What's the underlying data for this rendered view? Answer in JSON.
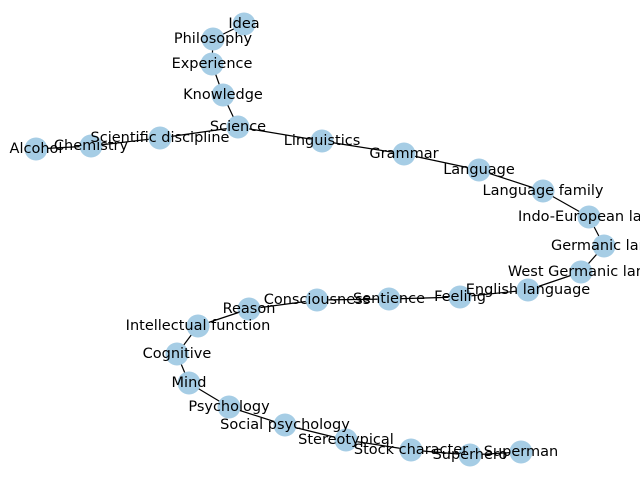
{
  "graph": {
    "node_color": "#a6cde5",
    "edge_color": "#000000",
    "nodes": [
      {
        "id": "idea",
        "label": "Idea"
      },
      {
        "id": "philosophy",
        "label": "Philosophy"
      },
      {
        "id": "experience",
        "label": "Experience"
      },
      {
        "id": "knowledge",
        "label": "Knowledge"
      },
      {
        "id": "science",
        "label": "Science"
      },
      {
        "id": "scientific-discipline",
        "label": "Scientific discipline"
      },
      {
        "id": "chemistry",
        "label": "Chemistry"
      },
      {
        "id": "alcohol",
        "label": "Alcohol"
      },
      {
        "id": "linguistics",
        "label": "Linguistics"
      },
      {
        "id": "grammar",
        "label": "Grammar"
      },
      {
        "id": "language",
        "label": "Language"
      },
      {
        "id": "language-family",
        "label": "Language family"
      },
      {
        "id": "indo-european",
        "label": "Indo-European lang"
      },
      {
        "id": "germanic",
        "label": "Germanic lang"
      },
      {
        "id": "west-germanic",
        "label": "West Germanic lang"
      },
      {
        "id": "english-language",
        "label": "English language"
      },
      {
        "id": "feeling",
        "label": "Feeling"
      },
      {
        "id": "sentience",
        "label": "Sentience"
      },
      {
        "id": "consciousness",
        "label": "Consciousness"
      },
      {
        "id": "reason",
        "label": "Reason"
      },
      {
        "id": "intellectual-function",
        "label": "Intellectual function"
      },
      {
        "id": "cognitive",
        "label": "Cognitive"
      },
      {
        "id": "mind",
        "label": "Mind"
      },
      {
        "id": "psychology",
        "label": "Psychology"
      },
      {
        "id": "social-psychology",
        "label": "Social psychology"
      },
      {
        "id": "stereotypical",
        "label": "Stereotypical"
      },
      {
        "id": "stock-character",
        "label": "Stock character"
      },
      {
        "id": "superhero",
        "label": "Superhero"
      },
      {
        "id": "superman",
        "label": "Superman"
      }
    ],
    "edges": [
      [
        "idea",
        "philosophy"
      ],
      [
        "philosophy",
        "experience"
      ],
      [
        "experience",
        "knowledge"
      ],
      [
        "knowledge",
        "science"
      ],
      [
        "science",
        "scientific-discipline"
      ],
      [
        "scientific-discipline",
        "chemistry"
      ],
      [
        "chemistry",
        "alcohol"
      ],
      [
        "science",
        "linguistics"
      ],
      [
        "linguistics",
        "grammar"
      ],
      [
        "grammar",
        "language"
      ],
      [
        "language",
        "language-family"
      ],
      [
        "language-family",
        "indo-european"
      ],
      [
        "indo-european",
        "germanic"
      ],
      [
        "germanic",
        "west-germanic"
      ],
      [
        "west-germanic",
        "english-language"
      ],
      [
        "english-language",
        "feeling"
      ],
      [
        "feeling",
        "sentience"
      ],
      [
        "sentience",
        "consciousness"
      ],
      [
        "consciousness",
        "reason"
      ],
      [
        "reason",
        "intellectual-function"
      ],
      [
        "intellectual-function",
        "cognitive"
      ],
      [
        "cognitive",
        "mind"
      ],
      [
        "mind",
        "psychology"
      ],
      [
        "psychology",
        "social-psychology"
      ],
      [
        "social-psychology",
        "stereotypical"
      ],
      [
        "stereotypical",
        "stock-character"
      ],
      [
        "stock-character",
        "superhero"
      ],
      [
        "superhero",
        "superman"
      ]
    ]
  }
}
